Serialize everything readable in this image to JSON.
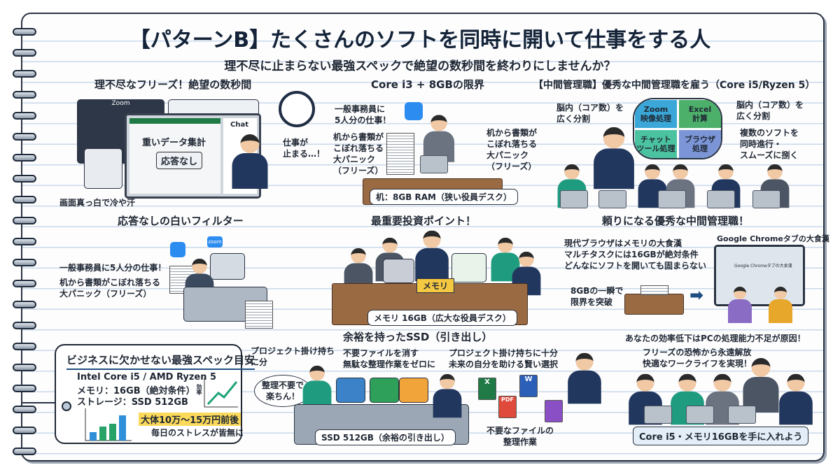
{
  "header": {
    "title": "【パターンB】たくさんのソフトを同時に開いて仕事をする人",
    "subtitle": "理不尽に止まらない最強スペックで絶望の数秒間を終わりにしませんか？"
  },
  "panel1": {
    "heading": "理不尽なフリーズ！絶望の数秒間",
    "zoom_title": "Zoom",
    "sheet_text": "重いデータ集計",
    "no_response": "応答なし",
    "chat": "Chat",
    "thought": "仕事が\n止まる…！",
    "caption": "画面真っ白で冷や汗"
  },
  "panel2": {
    "heading": "Core i3 + 8GBの限界",
    "left1": "一般事務員に\n5人分の仕事！",
    "left2": "机から書類が\nこぼれ落ちる\n大パニック\n（フリーズ）",
    "right": "机から書類が\nこぼれ落ちる\n大パニック\n（フリーズ）",
    "desk_label": "机：8GB RAM（狭い役員デスク）"
  },
  "panel3": {
    "heading": "【中間管理職】優秀な中間管理職を雇う（Core i5/Ryzen 5）",
    "left_note": "脳内（コア数）を\n広く分割",
    "right_note": "脳内（コア数）を\n広く分割",
    "side_note": "複数のソフトを\n同時進行・\nスムーズに捌く",
    "brain": [
      {
        "label": "Zoom\n映像処理",
        "color": "#3aa7d8"
      },
      {
        "label": "Excel\n計算",
        "color": "#4caf6a"
      },
      {
        "label": "チャット\nツール処理",
        "color": "#4cc3a0"
      },
      {
        "label": "ブラウザ\n処理",
        "color": "#7b95d6"
      }
    ]
  },
  "panel4": {
    "heading": "応答なしの白いフィルター",
    "line1": "一般事務員に5人分の仕事！",
    "line2": "机から書類がこぼれ落ちる\n大パニック（フリーズ）",
    "zoom_badge": "zoom"
  },
  "panel5": {
    "heading": "最重要投資ポイント！",
    "plate": "メモリ",
    "desk_label": "メモリ 16GB（広大な役員デスク）"
  },
  "panel6": {
    "heading": "頼りになる優秀な中間管理職！",
    "text": "現代ブラウザはメモリの大食漢\nマルチタスクには16GBが絶対条件\nどんなにソフトを開いても固まらない",
    "chrome_caption": "Google Chromeタブの大食漢",
    "screen_text": "Google Chromeタブの大食漢",
    "limit": "8GBの一瞬で\n限界を突破"
  },
  "tag": {
    "heading": "ビジネスに欠かせない最強スペック目安",
    "cpu": "Intel Core i5 / AMD Ryzen 5",
    "memory": "メモリ：16GB（絶対条件）",
    "storage": "ストレージ：SSD 512GB",
    "axis": "効率",
    "price": "大体10万〜15万円前後",
    "note": "毎日のストレスが皆無に"
  },
  "panel8": {
    "heading": "余裕を持ったSSD（引き出し）",
    "note1": "プロジェクト掛け持ちに分",
    "note2": "不要ファイルを消す\n無駄な整理作業をゼロに",
    "note3": "プロジェクト掛け持ちに十分\n未来の自分を助ける賢い選択",
    "bubble": "整理不要で\n楽ちん！",
    "drawer_label": "SSD 512GB（余裕の引き出し）",
    "files_caption": "不要なファイルの\n整理作業",
    "file_labels": [
      "X",
      "PDF",
      "W"
    ]
  },
  "panel9": {
    "line1": "あなたの効率低下はPCの処理能力不足が原因！",
    "line2": "フリーズの恐怖から永遠解放\n快適なワークライフを実現！",
    "cta": "Core i5・メモリ16GBを手に入れよう"
  }
}
